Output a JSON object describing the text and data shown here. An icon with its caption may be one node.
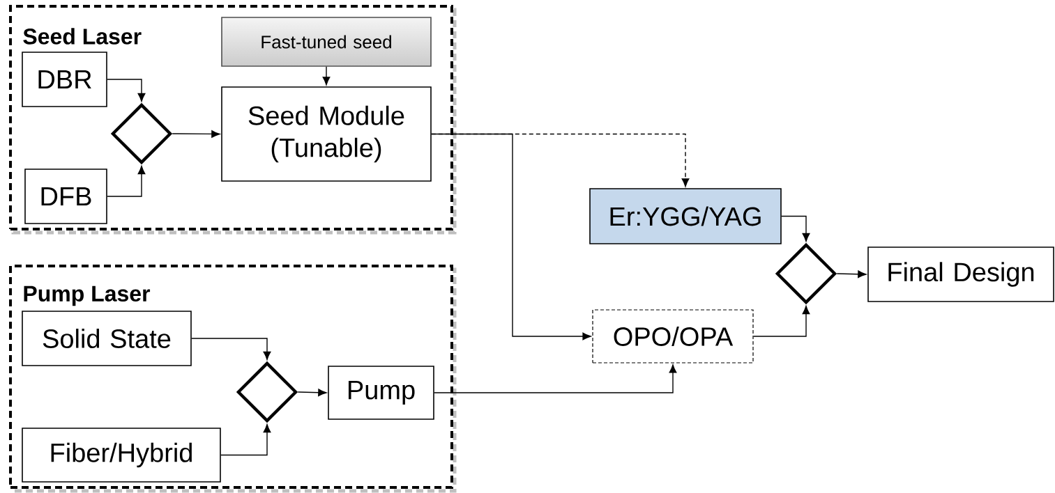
{
  "diagram": {
    "nodes": [
      {
        "text": [
          "Seed Laser"
        ]
      },
      {
        "text": [
          "DBR"
        ],
        "in": 0
      },
      {
        "text": [
          "Fast-tuned seed"
        ],
        "in": 0
      },
      {
        "text": [],
        "shape": "diamond",
        "in": 0
      },
      {
        "text": [
          "Seed Module (Tunable)"
        ],
        "in": 0
      },
      {
        "text": [
          "DFB"
        ],
        "in": 0
      },
      {
        "text": [
          "Er:YGG/YAG"
        ]
      },
      {
        "text": [
          "Pump Laser"
        ]
      },
      {
        "text": [
          "Solid State"
        ],
        "in": 7
      },
      {
        "text": [],
        "shape": "diamond",
        "in": 7
      },
      {
        "text": [
          "Pump"
        ],
        "in": 7
      },
      {
        "text": [
          "Fiber/Hybrid"
        ],
        "in": 7
      },
      {
        "text": [
          "OPO/OPA"
        ]
      },
      {
        "text": [],
        "shape": "diamond"
      },
      {
        "text": [
          "Final Design"
        ]
      }
    ],
    "edges": [
      {
        "from": 1,
        "to": 3,
        "arrow": "to"
      },
      {
        "from": 5,
        "to": 3,
        "arrow": "to"
      },
      {
        "from": 3,
        "to": 4,
        "arrow": "to"
      },
      {
        "from": 2,
        "to": 4,
        "arrow": "to"
      },
      {
        "from": 4,
        "to": 6,
        "arrow": "to",
        "style": "dashed"
      },
      {
        "from": 4,
        "to": 12,
        "arrow": "to"
      },
      {
        "from": 6,
        "to": 13,
        "arrow": "to"
      },
      {
        "from": 12,
        "to": 13,
        "arrow": "to"
      },
      {
        "from": 13,
        "to": 14,
        "arrow": "to"
      },
      {
        "from": 8,
        "to": 9,
        "arrow": "to"
      },
      {
        "from": 11,
        "to": 9,
        "arrow": "to"
      },
      {
        "from": 9,
        "to": 10,
        "arrow": "to"
      },
      {
        "from": 10,
        "to": 12,
        "arrow": "to"
      }
    ]
  }
}
